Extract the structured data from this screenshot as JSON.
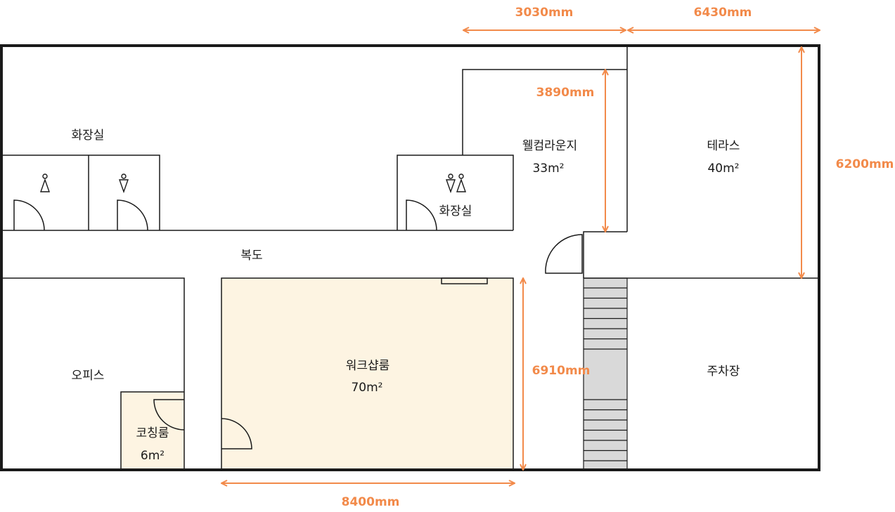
{
  "colors": {
    "highlight_fill": "#fdf4e2",
    "dimension": "#f28a4a",
    "wall": "#1a1a1a",
    "stairs": "#d9d9d9"
  },
  "rooms": {
    "restroom_area": {
      "label": "화장실"
    },
    "restroom_small": {
      "label": "화장실"
    },
    "welcome_lounge": {
      "label": "웰컴라운지",
      "area": "33m²"
    },
    "terrace": {
      "label": "테라스",
      "area": "40m²"
    },
    "corridor": {
      "label": "복도"
    },
    "office": {
      "label": "오피스"
    },
    "coaching_room": {
      "label": "코칭룸",
      "area": "6m²"
    },
    "workshop_room": {
      "label": "워크샵룸",
      "area": "70m²"
    },
    "parking": {
      "label": "주차장"
    }
  },
  "dimensions": {
    "top_left": "3030mm",
    "top_right": "6430mm",
    "lounge_height": "3890mm",
    "right_height": "6200mm",
    "workshop_height": "6910mm",
    "workshop_width": "8400mm"
  },
  "icons": {
    "female": "female-restroom-icon",
    "male": "male-restroom-icon",
    "unisex": "unisex-restroom-icon"
  }
}
